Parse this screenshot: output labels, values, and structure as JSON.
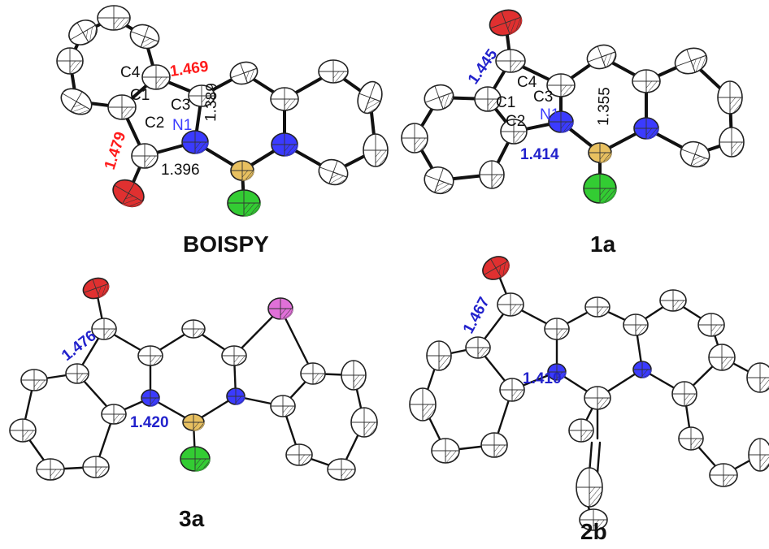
{
  "colors": {
    "carbon": "#ffffff",
    "nitrogen": "#3b3bff",
    "oxygen": "#e03030",
    "boron": "#e8c060",
    "fluorine": "#33cc33",
    "selenium": "#e070d8",
    "highlight_red": "#ff1a1a",
    "highlight_blue": "#2222cc",
    "text_black": "#111111"
  },
  "panels": [
    {
      "id": "boispy",
      "label": "BOISPY",
      "atoms_text": [
        "C4",
        "C1",
        "C2",
        "C3",
        "N1"
      ],
      "lengths": [
        {
          "text": "1.469",
          "color": "red"
        },
        {
          "text": "1.479",
          "color": "red"
        },
        {
          "text": "1.389",
          "color": "black"
        },
        {
          "text": "1.396",
          "color": "black"
        }
      ]
    },
    {
      "id": "1a",
      "label": "1a",
      "atoms_text": [
        "C4",
        "C3",
        "C1",
        "N1",
        "C2"
      ],
      "lengths": [
        {
          "text": "1.445",
          "color": "blue"
        },
        {
          "text": "1.355",
          "color": "black"
        },
        {
          "text": "1.414",
          "color": "blue"
        }
      ]
    },
    {
      "id": "3a",
      "label": "3a",
      "atoms_text": [],
      "lengths": [
        {
          "text": "1.476",
          "color": "blue"
        },
        {
          "text": "1.420",
          "color": "blue"
        }
      ]
    },
    {
      "id": "2b",
      "label": "2b",
      "atoms_text": [],
      "lengths": [
        {
          "text": "1.467",
          "color": "blue"
        },
        {
          "text": "1.410",
          "color": "blue"
        }
      ]
    }
  ]
}
